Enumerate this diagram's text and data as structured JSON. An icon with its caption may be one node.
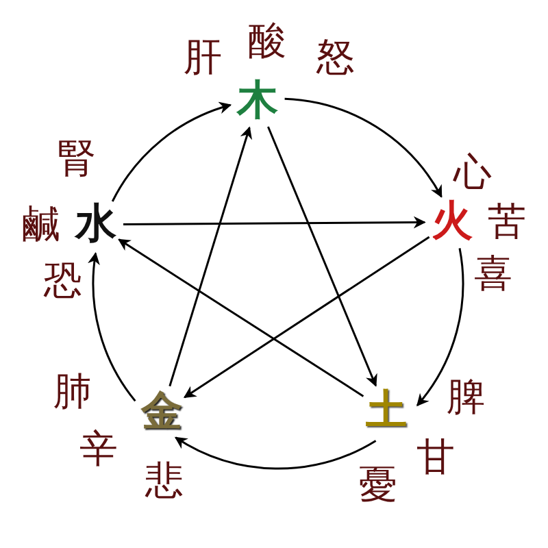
{
  "diagram": {
    "nodes": [
      {
        "text": [
          "木"
        ],
        "beside": [
          "肝",
          "酸",
          "怒"
        ]
      },
      {
        "text": [
          "火"
        ],
        "beside": [
          "心",
          "苦",
          "喜"
        ]
      },
      {
        "text": [
          "土"
        ],
        "beside": [
          "脾",
          "甘",
          "憂"
        ]
      },
      {
        "text": [
          "金"
        ],
        "beside": [
          "肺",
          "辛",
          "悲"
        ]
      },
      {
        "text": [
          "水"
        ],
        "beside": [
          "腎",
          "鹹",
          "恐"
        ]
      }
    ],
    "edges": [
      {
        "from": 4,
        "to": 0,
        "arrow": "to"
      },
      {
        "from": 0,
        "to": 1,
        "arrow": "to"
      },
      {
        "from": 1,
        "to": 2,
        "arrow": "to"
      },
      {
        "from": 2,
        "to": 3,
        "arrow": "to"
      },
      {
        "from": 3,
        "to": 4,
        "arrow": "to"
      },
      {
        "from": 0,
        "to": 2,
        "arrow": "to"
      },
      {
        "from": 2,
        "to": 4,
        "arrow": "to"
      },
      {
        "from": 4,
        "to": 1,
        "arrow": "to"
      },
      {
        "from": 1,
        "to": 3,
        "arrow": "to"
      },
      {
        "from": 3,
        "to": 0,
        "arrow": "to"
      }
    ]
  }
}
